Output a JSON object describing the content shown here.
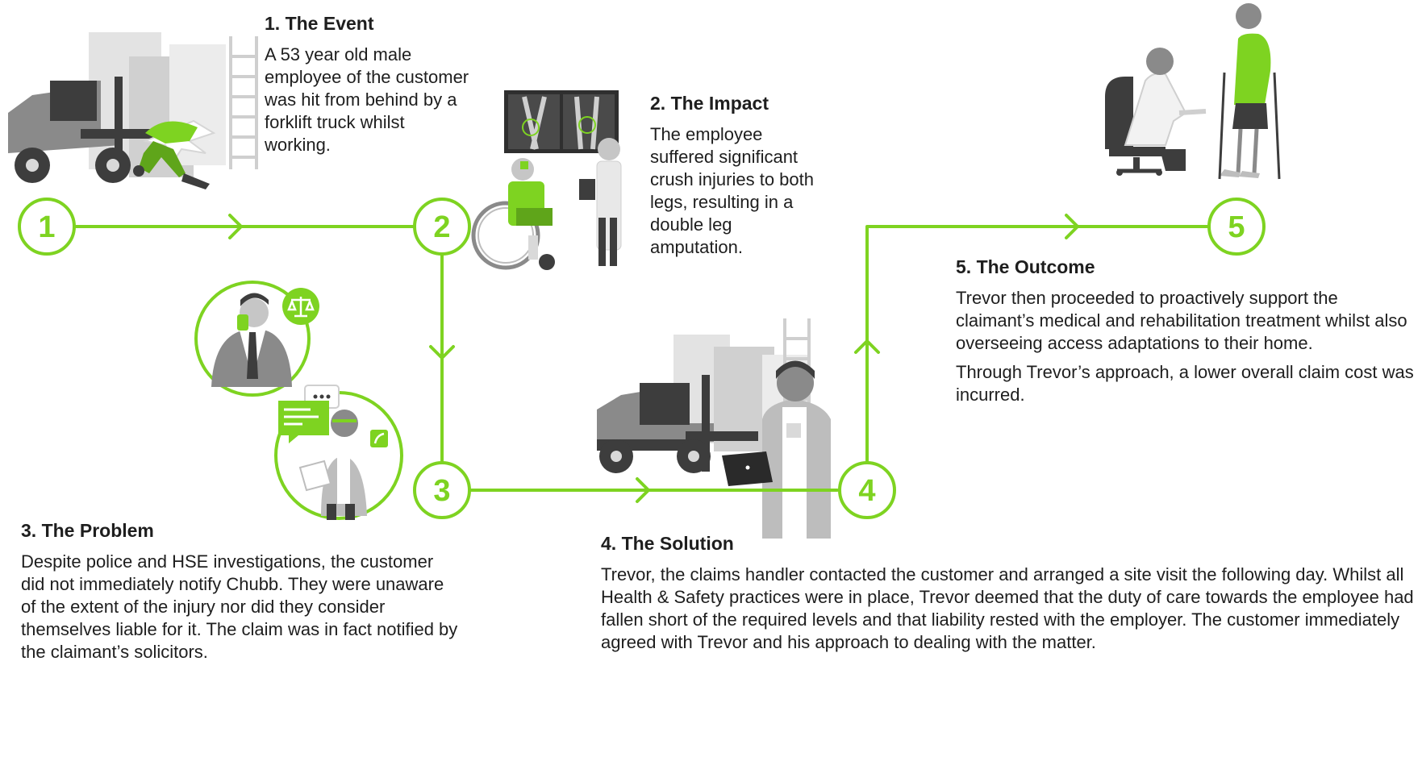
{
  "colors": {
    "accent": "#7ed321",
    "dark": "#3d3d3d",
    "mid": "#8a8a8a",
    "light": "#d9d9d9",
    "text": "#1e1e1e"
  },
  "steps": [
    {
      "number": "1",
      "title": "1. The Event",
      "body": [
        "A 53 year old male employee of the customer was hit from behind by a forklift truck whilst working."
      ]
    },
    {
      "number": "2",
      "title": "2. The Impact",
      "body": [
        "The employee suffered significant crush injuries to both legs, resulting in a double leg amputation."
      ]
    },
    {
      "number": "3",
      "title": "3. The Problem",
      "body": [
        "Despite police and HSE investigations, the customer did not immediately notify Chubb. They were unaware of the extent of the injury nor did they consider themselves liable for it. The claim was in fact notified by the claimant’s solicitors."
      ]
    },
    {
      "number": "4",
      "title": "4. The Solution",
      "body": [
        "Trevor, the claims handler contacted the customer and arranged a site visit the following day. Whilst all Health & Safety practices were in place, Trevor deemed that the duty of care towards the employee had fallen short of the required levels and that liability rested with the employer. The customer immediately agreed with Trevor and his approach to dealing with the matter."
      ]
    },
    {
      "number": "5",
      "title": "5. The Outcome",
      "body": [
        "Trevor then proceeded to proactively support the claimant’s medical and rehabilitation treatment whilst also overseeing access adaptations to their home.",
        "Through Trevor’s approach, a lower overall claim cost was incurred."
      ]
    }
  ],
  "icons": [
    "forklift-accident-illustration",
    "wheelchair-patient-doctor-illustration",
    "phone-call-scale-icon-illustration",
    "chat-messages-handler-illustration",
    "forklift-handler-laptop-illustration",
    "doctor-amputee-prosthetics-illustration"
  ]
}
